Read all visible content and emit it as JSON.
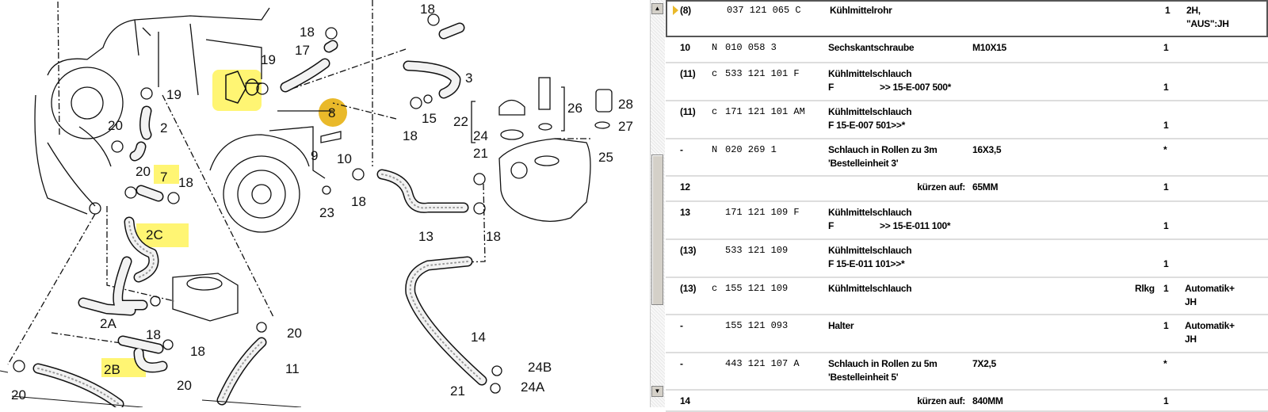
{
  "diagram": {
    "labels": [
      "18",
      "18",
      "17",
      "19",
      "3",
      "19",
      "2",
      "20",
      "8",
      "15",
      "18",
      "9",
      "10",
      "20",
      "7",
      "18",
      "21",
      "22",
      "24",
      "26",
      "28",
      "27",
      "25",
      "23",
      "18",
      "2C",
      "13",
      "18",
      "18",
      "2A",
      "18",
      "20",
      "11",
      "2B",
      "20",
      "20",
      "14",
      "24B",
      "24A",
      "21"
    ],
    "highlight_color": "#fff35a",
    "selected_callout_color": "#e9b92a"
  },
  "scrollbar": {
    "up_icon": "▲",
    "down_icon": "▼"
  },
  "rows": [
    {
      "pos": "(8)",
      "flag": "",
      "part": "037 121 065 C",
      "desc": "Kühlmittelrohr",
      "desc2a": "",
      "desc2b": "",
      "extra": "",
      "extra_label": "",
      "rlkg": "",
      "qty": "1",
      "qty_line": 1,
      "remark": "2H,",
      "remark2": "\"AUS\":JH",
      "selected": true
    },
    {
      "pos": "10",
      "flag": "N",
      "part": "010 058 3",
      "desc": "Sechskantschraube",
      "desc2a": "",
      "desc2b": "",
      "extra": "M10X15",
      "extra_label": "",
      "rlkg": "",
      "qty": "1",
      "qty_line": 1,
      "remark": "",
      "remark2": ""
    },
    {
      "pos": "(11)",
      "flag": "c",
      "part": "533 121 101 F",
      "desc": "Kühlmittelschlauch",
      "desc2a": "F",
      "desc2b": ">> 15-E-007 500*",
      "extra": "",
      "extra_label": "",
      "rlkg": "",
      "qty": "1",
      "qty_line": 2,
      "remark": "",
      "remark2": ""
    },
    {
      "pos": "(11)",
      "flag": "c",
      "part": "171 121 101 AM",
      "desc": "Kühlmittelschlauch",
      "desc2a": "F 15-E-007 501>>*",
      "desc2b": "",
      "extra": "",
      "extra_label": "",
      "rlkg": "",
      "qty": "1",
      "qty_line": 2,
      "remark": "",
      "remark2": ""
    },
    {
      "pos": "-",
      "flag": "N",
      "part": "020 269 1",
      "desc": "Schlauch in Rollen zu 3m",
      "desc2a": "'Bestelleinheit 3'",
      "desc2b": "",
      "extra": "16X3,5",
      "extra_label": "",
      "rlkg": "",
      "qty": "*",
      "qty_line": 1,
      "remark": "",
      "remark2": ""
    },
    {
      "pos": "12",
      "flag": "",
      "part": "",
      "desc": "",
      "desc2a": "",
      "desc2b": "",
      "extra": "65MM",
      "extra_label": "kürzen auf:",
      "rlkg": "",
      "qty": "1",
      "qty_line": 1,
      "remark": "",
      "remark2": ""
    },
    {
      "pos": "13",
      "flag": "",
      "part": "171 121 109 F",
      "desc": "Kühlmittelschlauch",
      "desc2a": "F",
      "desc2b": ">> 15-E-011 100*",
      "extra": "",
      "extra_label": "",
      "rlkg": "",
      "qty": "1",
      "qty_line": 2,
      "remark": "",
      "remark2": ""
    },
    {
      "pos": "(13)",
      "flag": "",
      "part": "533 121 109",
      "desc": "Kühlmittelschlauch",
      "desc2a": "F 15-E-011 101>>*",
      "desc2b": "",
      "extra": "",
      "extra_label": "",
      "rlkg": "",
      "qty": "1",
      "qty_line": 2,
      "remark": "",
      "remark2": ""
    },
    {
      "pos": "(13)",
      "flag": "c",
      "part": "155 121 109",
      "desc": "Kühlmittelschlauch",
      "desc2a": "",
      "desc2b": "",
      "extra": "",
      "extra_label": "",
      "rlkg": "Rlkg",
      "qty": "1",
      "qty_line": 1,
      "remark": "Automatik+",
      "remark2": "JH"
    },
    {
      "pos": "-",
      "flag": "",
      "part": "155 121 093",
      "desc": "Halter",
      "desc2a": "",
      "desc2b": "",
      "extra": "",
      "extra_label": "",
      "rlkg": "",
      "qty": "1",
      "qty_line": 1,
      "remark": "Automatik+",
      "remark2": "JH"
    },
    {
      "pos": "-",
      "flag": "",
      "part": "443 121 107 A",
      "desc": "Schlauch in Rollen zu 5m",
      "desc2a": "'Bestelleinheit 5'",
      "desc2b": "",
      "extra": "7X2,5",
      "extra_label": "",
      "rlkg": "",
      "qty": "*",
      "qty_line": 1,
      "remark": "",
      "remark2": ""
    },
    {
      "pos": "14",
      "flag": "",
      "part": "",
      "desc": "",
      "desc2a": "",
      "desc2b": "",
      "extra": "840MM",
      "extra_label": "kürzen auf:",
      "rlkg": "",
      "qty": "1",
      "qty_line": 1,
      "remark": "",
      "remark2": ""
    }
  ]
}
